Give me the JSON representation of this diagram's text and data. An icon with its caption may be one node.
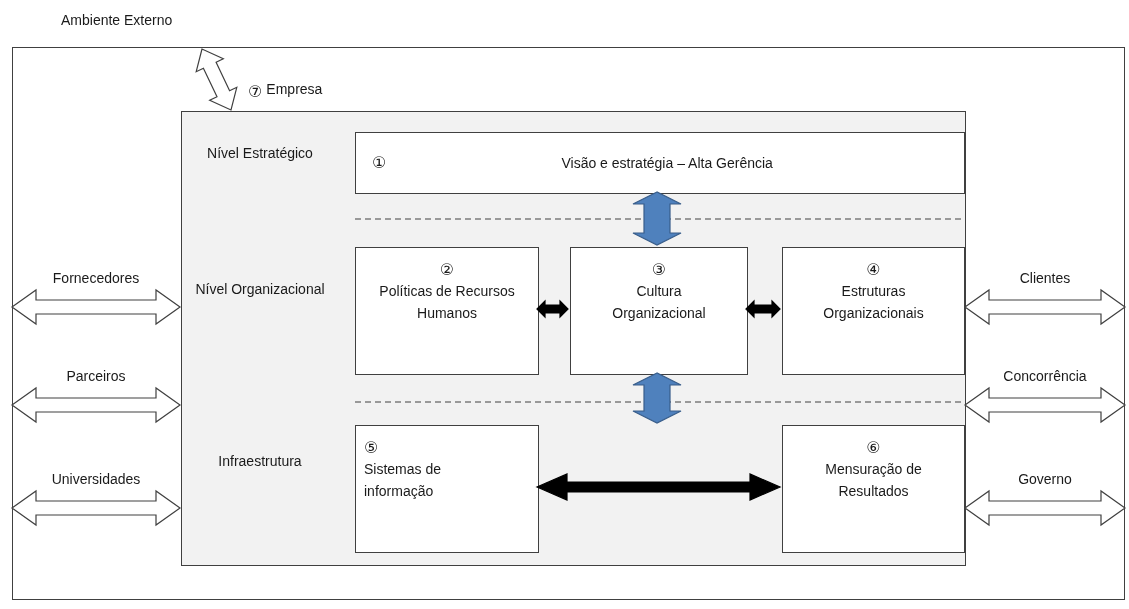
{
  "diagram": {
    "nodes": [
      {
        "text": [
          "Ambiente Externo"
        ]
      },
      {
        "text": [
          "⑦",
          "Empresa"
        ],
        "in": 0
      },
      {
        "text": [
          "①",
          "Visão e estratégia – Alta Gerência"
        ],
        "in": 1
      },
      {
        "text": [
          "②",
          "Políticas de Recursos Humanos"
        ],
        "in": 1
      },
      {
        "text": [
          "③",
          "Cultura Organizacional"
        ],
        "in": 1
      },
      {
        "text": [
          "④",
          "Estruturas Organizacionais"
        ],
        "in": 1
      },
      {
        "text": [
          "⑤",
          "Sistemas de informação"
        ],
        "in": 1
      },
      {
        "text": [
          "⑥",
          "Mensuração de Resultados"
        ],
        "in": 1
      }
    ],
    "edges": [
      {
        "from": null,
        "to": 1,
        "arrow": "both",
        "label": "Fornecedores"
      },
      {
        "from": null,
        "to": 1,
        "arrow": "both",
        "label": "Parceiros"
      },
      {
        "from": null,
        "to": 1,
        "arrow": "both",
        "label": "Universidades"
      },
      {
        "from": 1,
        "to": null,
        "arrow": "both",
        "label": "Clientes"
      },
      {
        "from": 1,
        "to": null,
        "arrow": "both",
        "label": "Concorrência"
      },
      {
        "from": 1,
        "to": null,
        "arrow": "both",
        "label": "Governo"
      },
      {
        "from": null,
        "to": 1,
        "arrow": "both"
      },
      {
        "from": 2,
        "to": 4,
        "arrow": "both",
        "color": "#4f81bd"
      },
      {
        "from": 4,
        "to": null,
        "arrow": "both",
        "color": "#4f81bd"
      },
      {
        "from": 3,
        "to": 4,
        "arrow": "both",
        "style": "thick"
      },
      {
        "from": 4,
        "to": 5,
        "arrow": "both",
        "style": "thick"
      },
      {
        "from": 6,
        "to": 7,
        "arrow": "both",
        "style": "thick"
      }
    ],
    "labels": [
      "Nível Estratégico",
      "Nível Organizacional",
      "Infraestrutura"
    ]
  }
}
